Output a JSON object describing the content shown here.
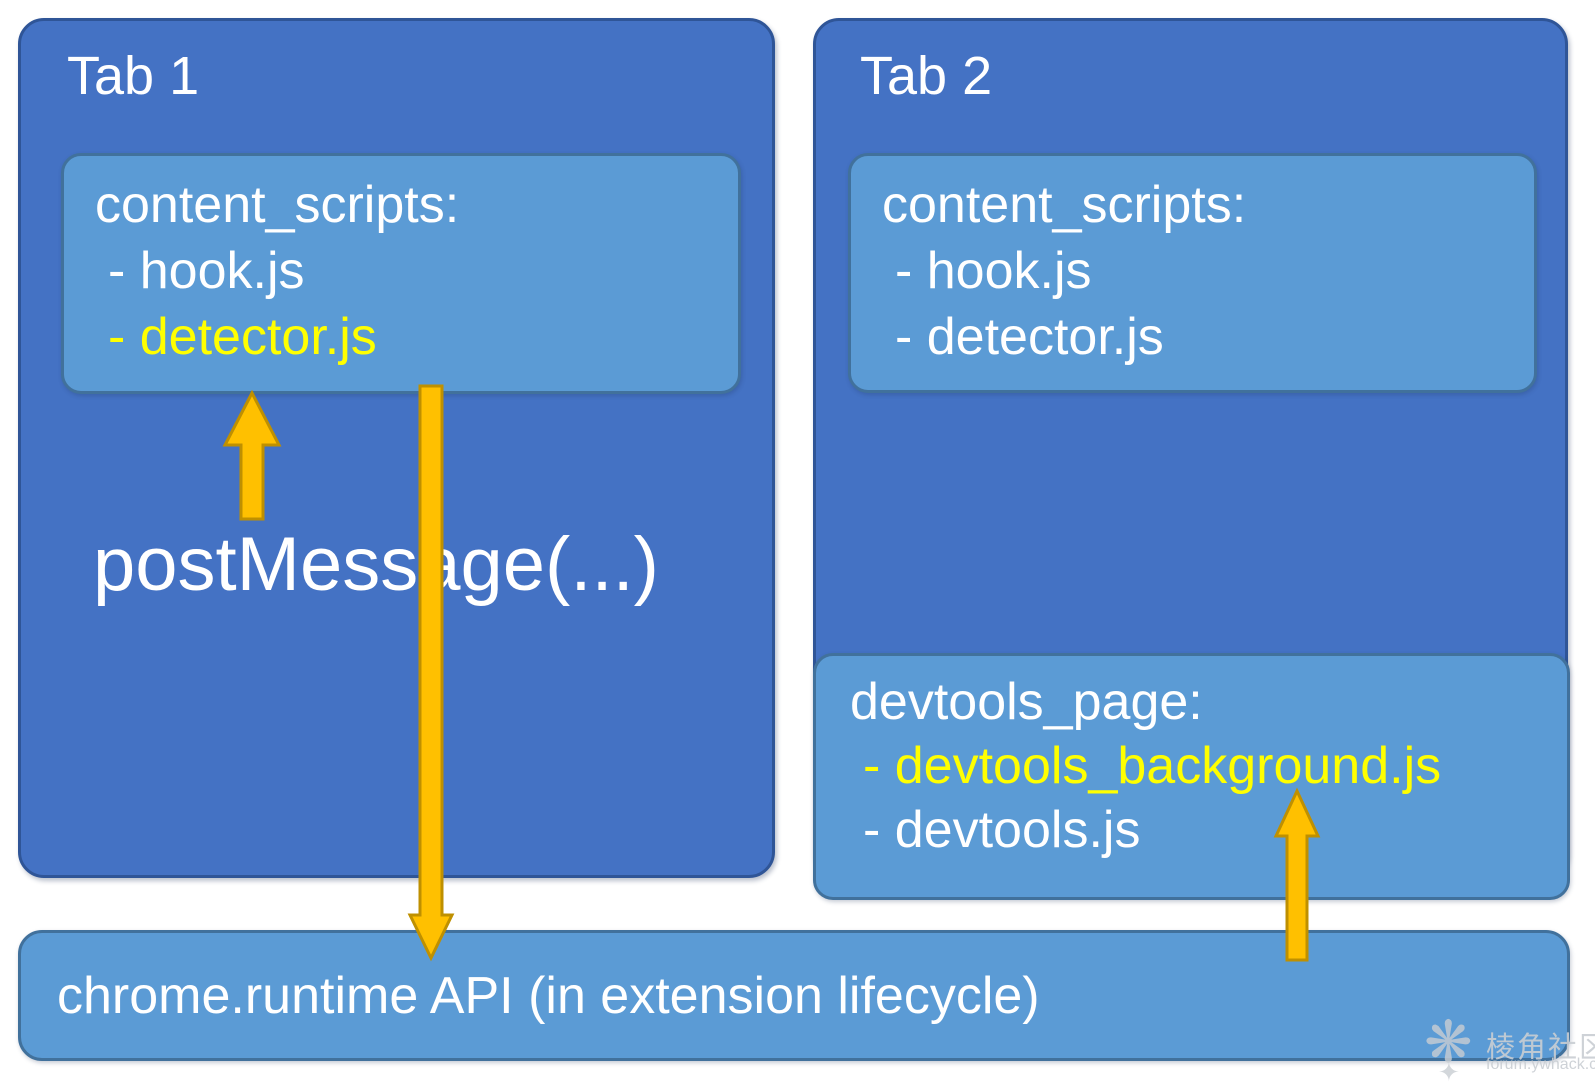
{
  "diagram": {
    "colors": {
      "tab-fill": "#4472C4",
      "tab-border": "#2F5597",
      "box-fill": "#5B9BD5",
      "box-border": "#41719C",
      "arrow-fill": "#FFC000",
      "arrow-border": "#BF9000",
      "text-primary": "#FFFFFF",
      "text-highlight": "#FFFF00",
      "watermark": "#C9CED3"
    },
    "tab1": {
      "title": "Tab 1",
      "content_box": {
        "header": "content_scripts:",
        "items": [
          {
            "label": "- hook.js",
            "highlighted": false
          },
          {
            "label": "- detector.js",
            "highlighted": true
          }
        ]
      },
      "annotation": "postMessage(...)"
    },
    "tab2": {
      "title": "Tab 2",
      "content_box": {
        "header": "content_scripts:",
        "items": [
          {
            "label": "- hook.js",
            "highlighted": false
          },
          {
            "label": "- detector.js",
            "highlighted": false
          }
        ]
      },
      "devtools_box": {
        "header": "devtools_page:",
        "items": [
          {
            "label": "- devtools_background.js",
            "highlighted": true
          },
          {
            "label": "- devtools.js",
            "highlighted": false
          }
        ]
      }
    },
    "runtime_bar": {
      "label": "chrome.runtime API (in extension lifecycle)"
    },
    "arrows": [
      {
        "id": "arrow-up-to-detector",
        "direction": "up",
        "points_to": "detector.js in Tab 1 content_scripts box"
      },
      {
        "id": "arrow-down-to-runtime",
        "direction": "down",
        "points_to": "chrome.runtime API bar"
      },
      {
        "id": "arrow-up-to-devtools-background",
        "direction": "up",
        "points_to": "devtools_background.js in devtools_page box"
      }
    ]
  },
  "watermark": {
    "logo_glyph": "❋",
    "logo_glyph_small": "✦",
    "title": "棱角社区",
    "subtitle": "forum.ywhack.com"
  }
}
